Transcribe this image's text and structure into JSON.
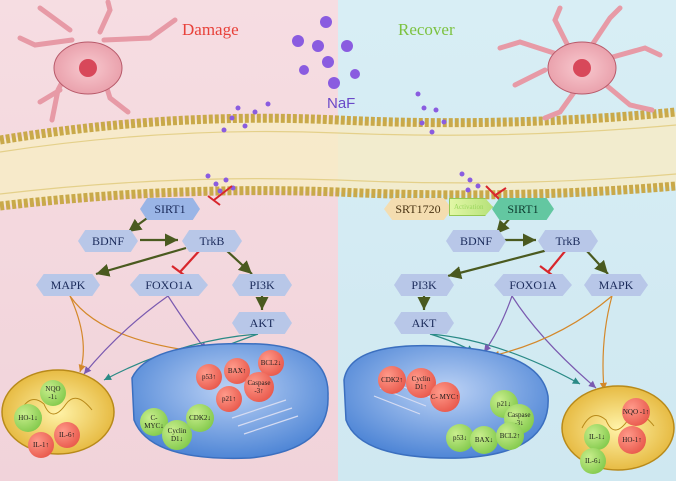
{
  "titles": {
    "damage": "Damage",
    "recover": "Recover",
    "naf": "NaF"
  },
  "left_nodes": {
    "sirt1": "SIRT1",
    "bdnf": "BDNF",
    "trkb": "TrkB",
    "mapk": "MAPK",
    "foxo1a": "FOXO1A",
    "pi3k": "PI3K",
    "akt": "AKT"
  },
  "right_nodes": {
    "srt1720": "SRT1720",
    "activation": "Activation",
    "sirt1": "SIRT1",
    "bdnf": "BDNF",
    "trkb": "TrkB",
    "pi3k": "PI3K",
    "foxo1a": "FOXO1A",
    "mapk": "MAPK",
    "akt": "AKT"
  },
  "left_mito": {
    "nqo": "NQO -1↓",
    "ho": "HO-1↓",
    "il1": "IL-1↑",
    "il6": "IL-6↑"
  },
  "left_nucleus": {
    "bax": "BAX↑",
    "bcl2": "BCL2↓",
    "p53": "p53↑",
    "caspase": "Caspase -3↑",
    "p21": "p21↑",
    "cdk2": "CDK2↓",
    "cmyc": "C- MYC↓",
    "cyclin": "Cyclin D1↓"
  },
  "right_nucleus": {
    "cdk2": "CDK2↑",
    "cyclin": "Cyclin D1↑",
    "cmyc": "C- MYC↑",
    "p21": "p21↓",
    "caspase": "Caspase -3↓",
    "p53": "p53↓",
    "bax": "BAX↓",
    "bcl2": "BCL2↑"
  },
  "right_mito": {
    "nqo": "NQO -1↑",
    "ho": "HO-1↑",
    "il1": "IL-1↓",
    "il6": "IL-6↓"
  },
  "colors": {
    "damage": "#e8413a",
    "recover": "#7cc240",
    "naf": "#8a5ce0",
    "arrow": "#4a5a1f",
    "inhibit": "#d8262c"
  }
}
